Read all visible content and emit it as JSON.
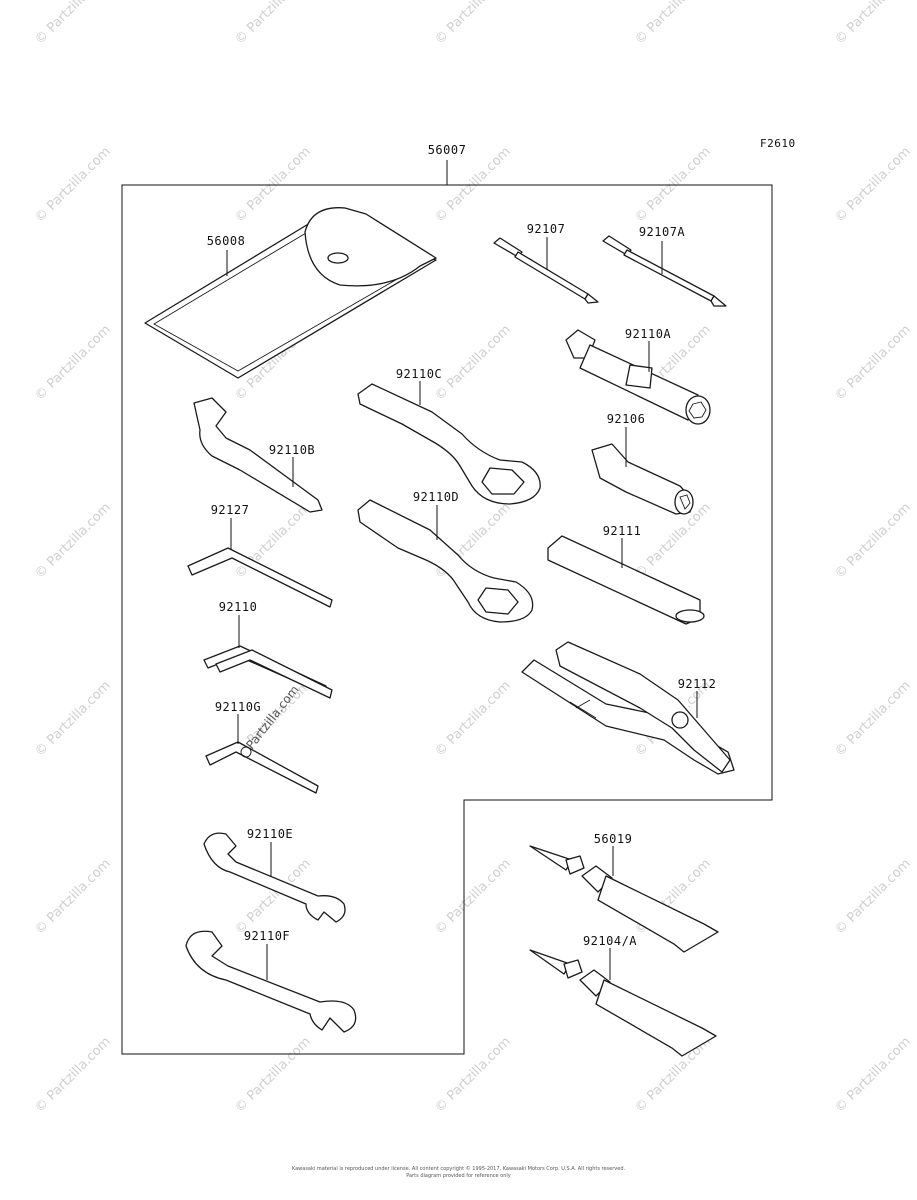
{
  "diagram_code": "F2610",
  "kit_label": "56007",
  "watermark": "© Partzilla.com",
  "inline_watermark": "Partzilla.com",
  "parts": [
    {
      "id": "56008"
    },
    {
      "id": "92107"
    },
    {
      "id": "92107A"
    },
    {
      "id": "92110A"
    },
    {
      "id": "92110C"
    },
    {
      "id": "92110B"
    },
    {
      "id": "92106"
    },
    {
      "id": "92127"
    },
    {
      "id": "92110D"
    },
    {
      "id": "92111"
    },
    {
      "id": "92110"
    },
    {
      "id": "92112"
    },
    {
      "id": "92110G"
    },
    {
      "id": "92110E"
    },
    {
      "id": "56019"
    },
    {
      "id": "92110F"
    },
    {
      "id": "92104/A"
    }
  ],
  "footer": {
    "line1": "Kawasaki material is reproduced under license. All content copyright © 1995-2017, Kawasaki Motors Corp. U.S.A. All rights reserved.",
    "line2": "Parts diagram provided for reference only"
  }
}
